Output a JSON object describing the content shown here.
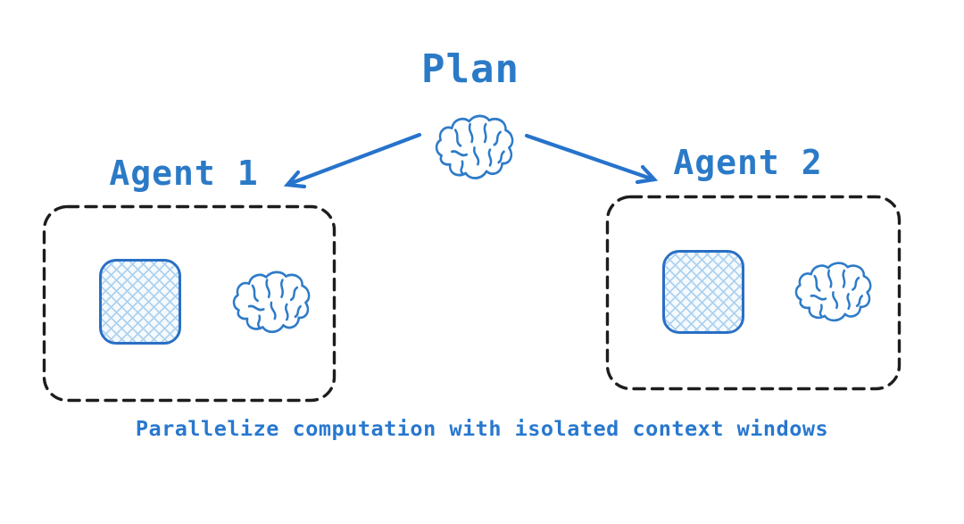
{
  "diagram": {
    "title": "Plan",
    "caption": "Parallelize computation with isolated context windows",
    "planner": {
      "icon": "brain-icon"
    },
    "agents": [
      {
        "label": "Agent 1",
        "contents": [
          "context-window-icon",
          "brain-icon"
        ]
      },
      {
        "label": "Agent 2",
        "contents": [
          "context-window-icon",
          "brain-icon"
        ]
      }
    ],
    "colors": {
      "accent_blue": "#2b7ac7",
      "arrow_blue": "#2673cc",
      "square_border_blue": "#2a6fc4",
      "hatch_line_blue": "#aed2ef",
      "dashed_box": "#1d1d1d",
      "background": "#ffffff"
    }
  }
}
